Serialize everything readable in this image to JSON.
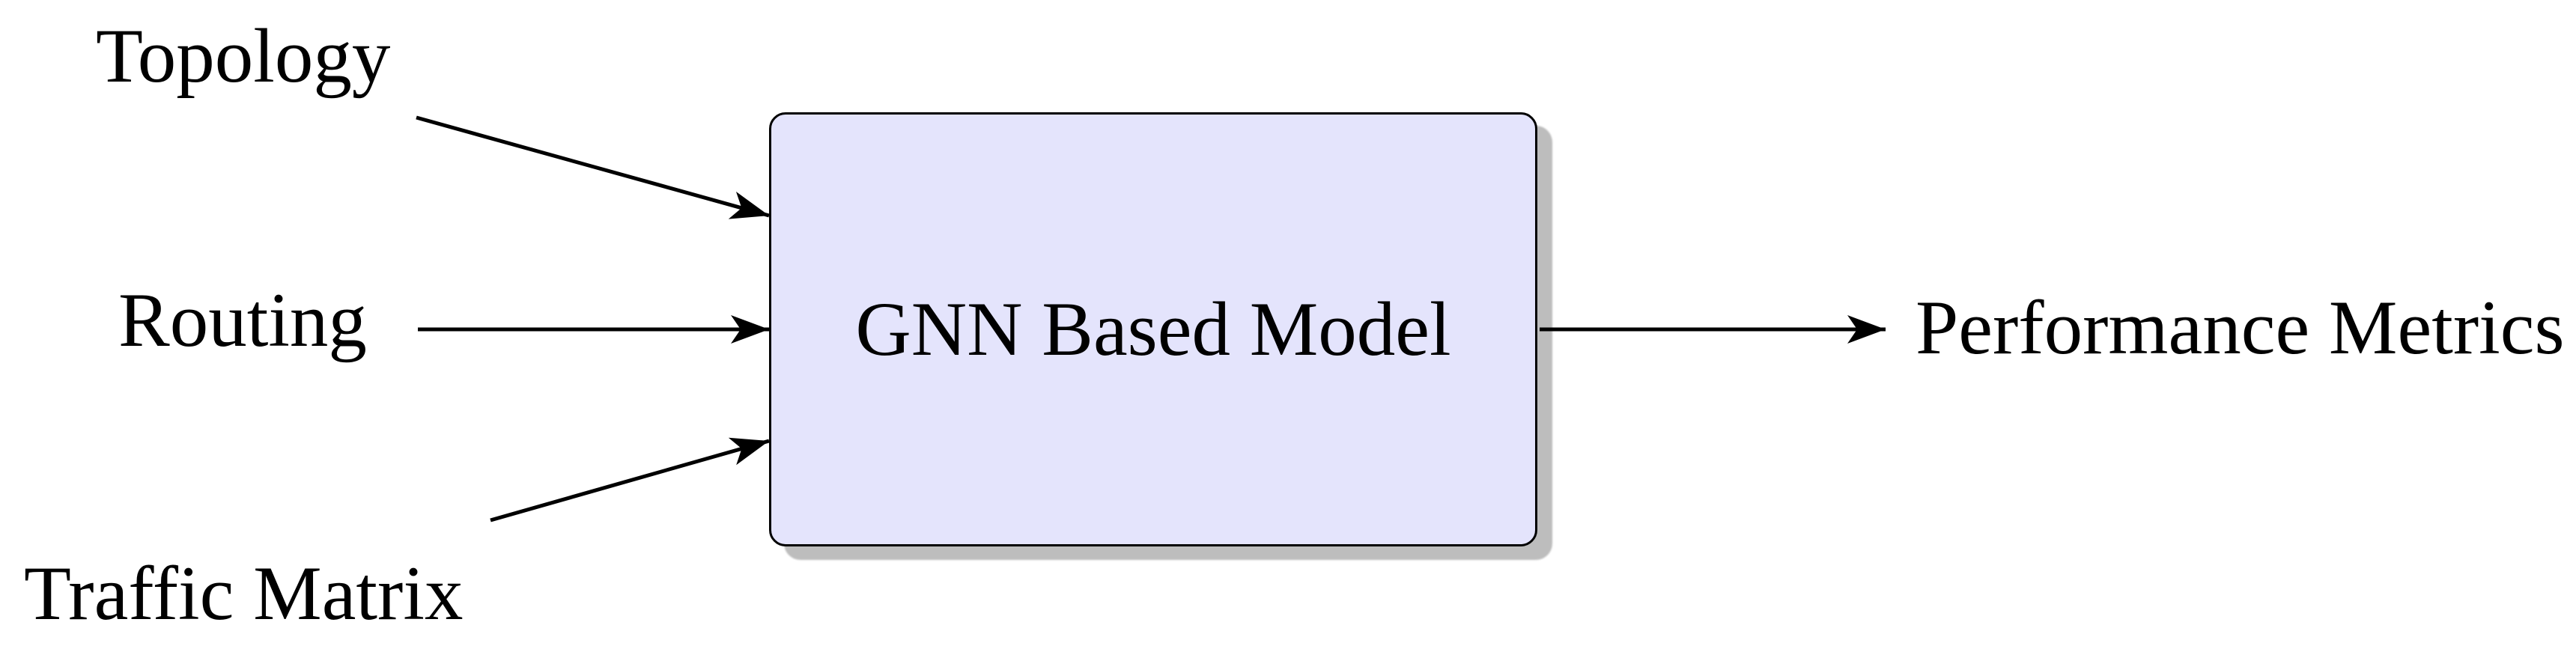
{
  "diagram": {
    "inputs": [
      {
        "label": "Topology"
      },
      {
        "label": "Routing"
      },
      {
        "label": "Traffic Matrix"
      }
    ],
    "model": {
      "label": "GNN Based Model"
    },
    "output": {
      "label": "Performance Metrics"
    },
    "colors": {
      "background": "#ffffff",
      "box_fill": "#e4e4fc",
      "box_border": "#000000",
      "box_shadow": "#bdbdbd",
      "arrow": "#000000",
      "text": "#000000"
    }
  }
}
